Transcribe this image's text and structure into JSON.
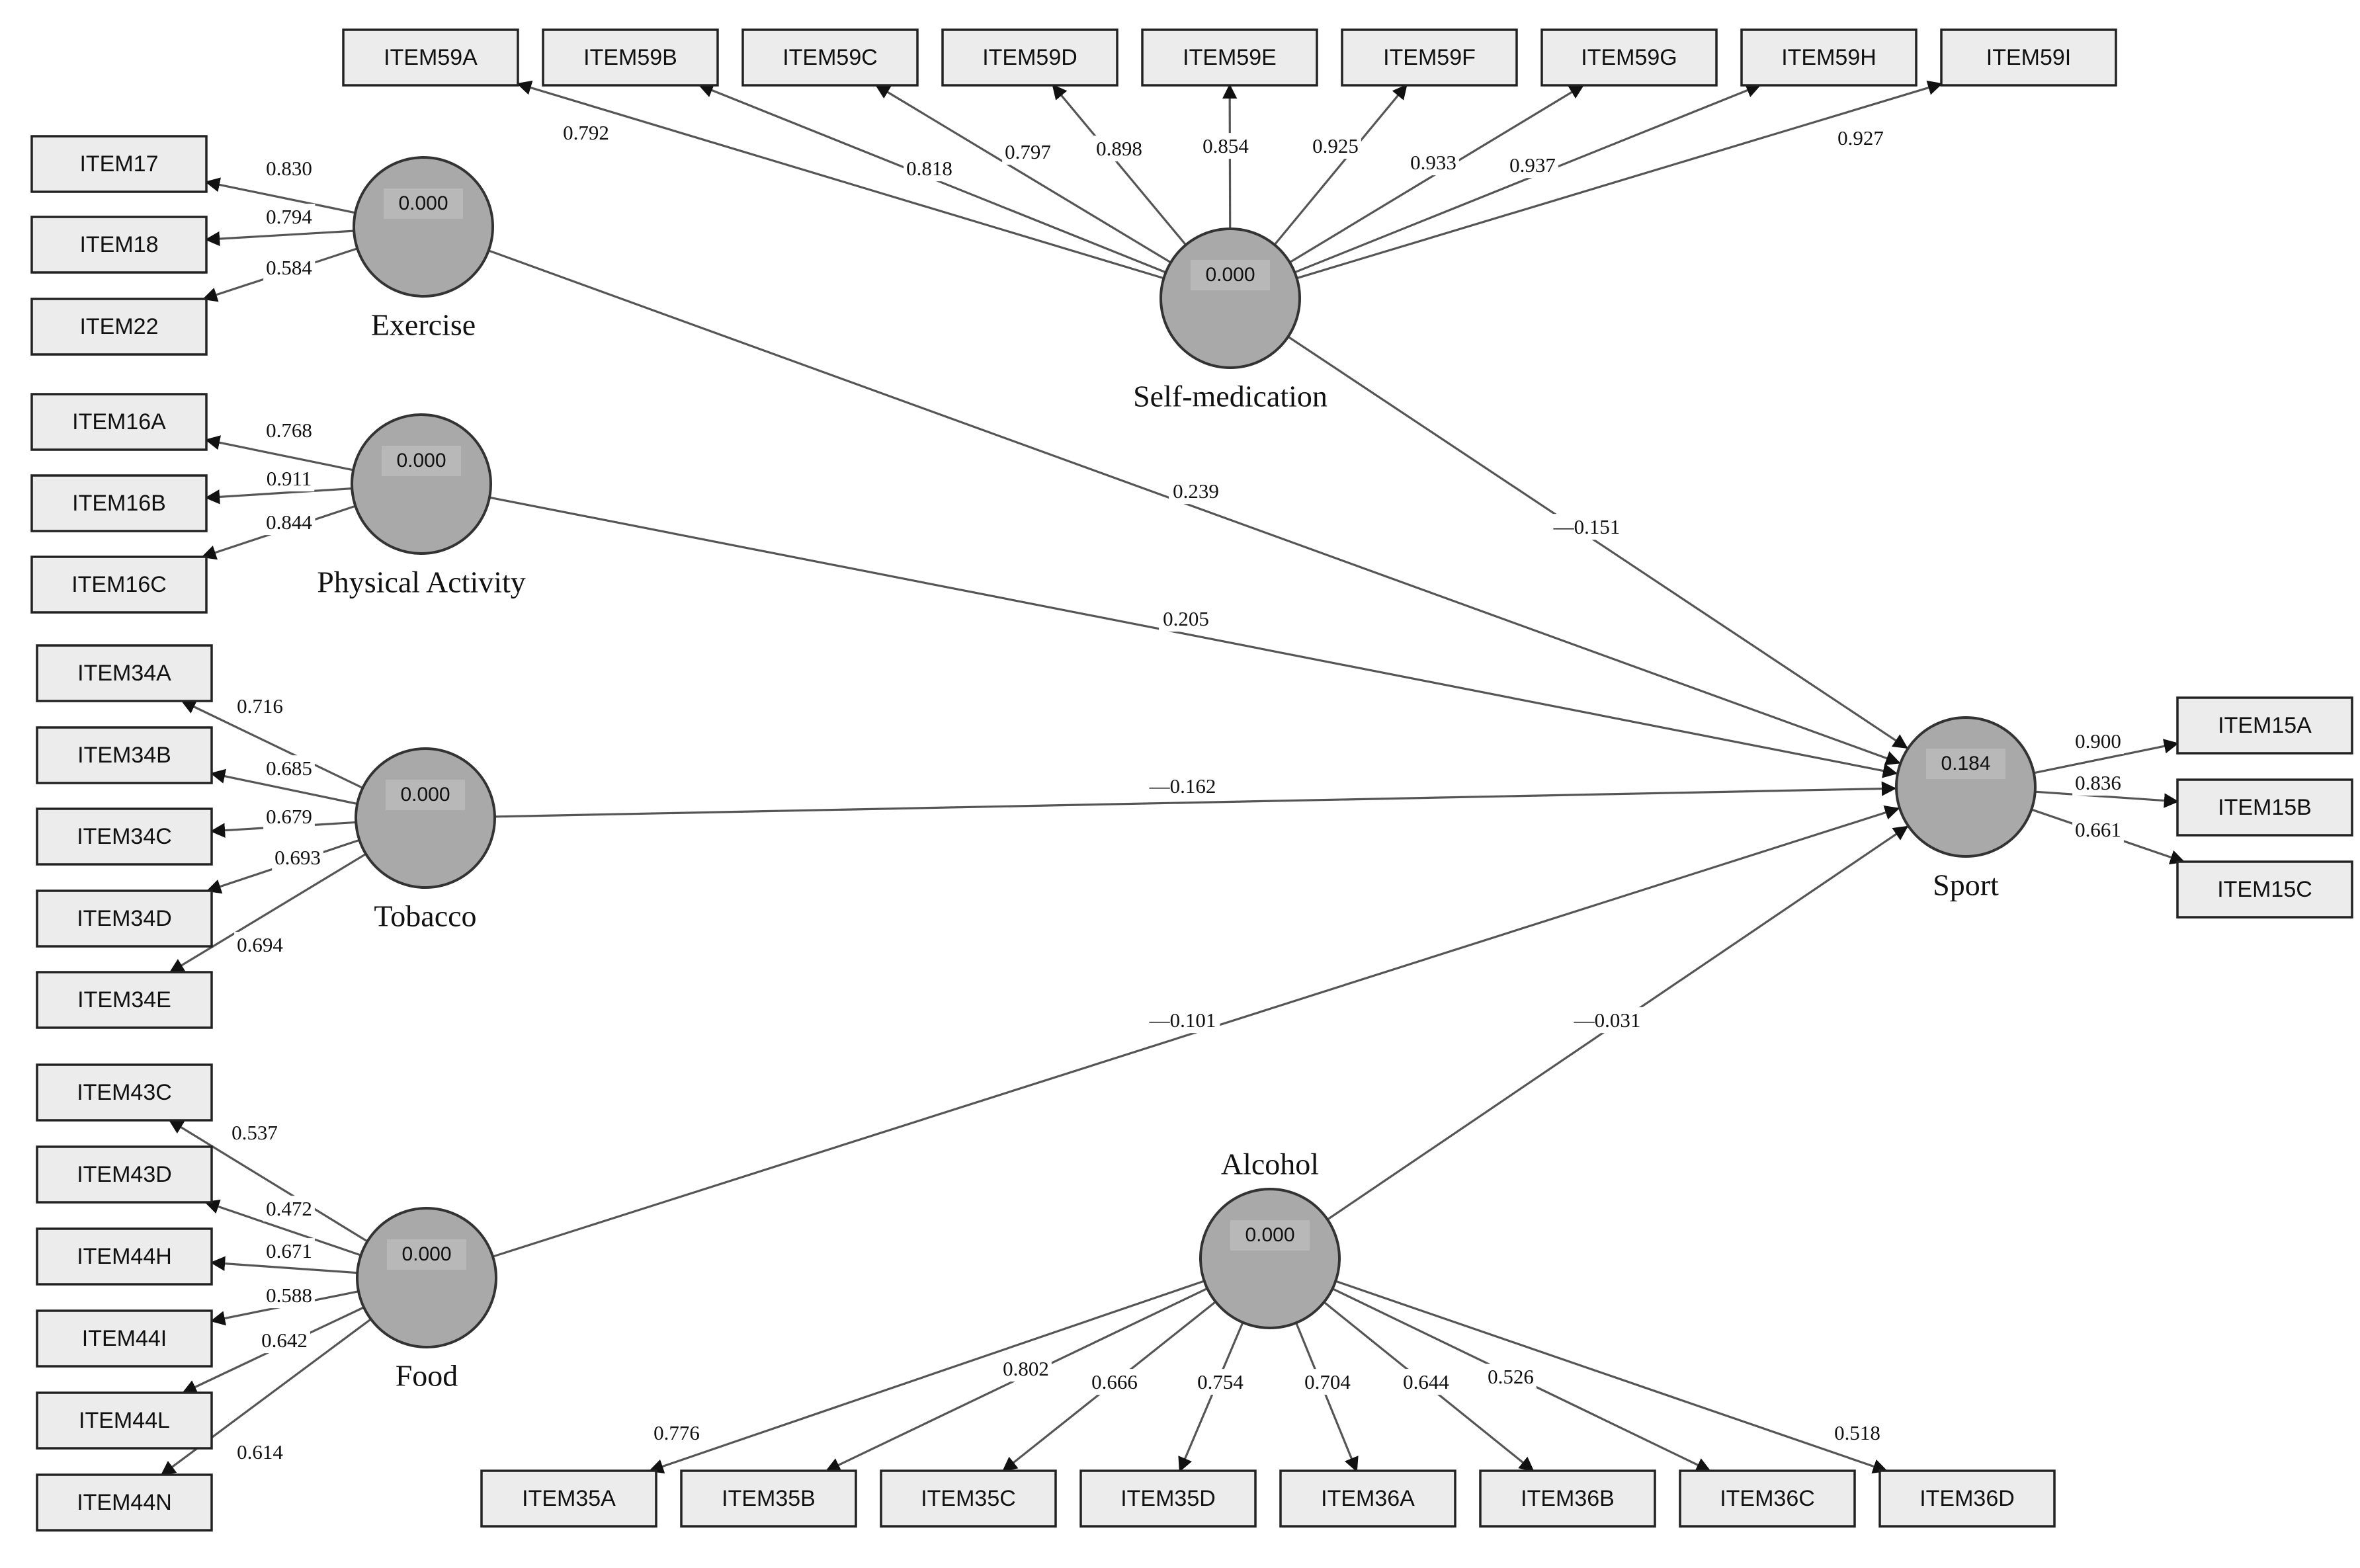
{
  "constructs": [
    {
      "id": "exercise",
      "name": "Exercise",
      "value": "0.000"
    },
    {
      "id": "physical",
      "name": "Physical Activity",
      "value": "0.000"
    },
    {
      "id": "tobacco",
      "name": "Tobacco",
      "value": "0.000"
    },
    {
      "id": "food",
      "name": "Food",
      "value": "0.000"
    },
    {
      "id": "selfmed",
      "name": "Self-medication",
      "value": "0.000"
    },
    {
      "id": "alcohol",
      "name": "Alcohol",
      "value": "0.000"
    },
    {
      "id": "sport",
      "name": "Sport",
      "value": "0.184"
    }
  ],
  "indicators": [
    {
      "id": "ITEM17",
      "label": "ITEM17",
      "construct": "exercise",
      "loading": "0.830"
    },
    {
      "id": "ITEM18",
      "label": "ITEM18",
      "construct": "exercise",
      "loading": "0.794"
    },
    {
      "id": "ITEM22",
      "label": "ITEM22",
      "construct": "exercise",
      "loading": "0.584"
    },
    {
      "id": "ITEM16A",
      "label": "ITEM16A",
      "construct": "physical",
      "loading": "0.768"
    },
    {
      "id": "ITEM16B",
      "label": "ITEM16B",
      "construct": "physical",
      "loading": "0.911"
    },
    {
      "id": "ITEM16C",
      "label": "ITEM16C",
      "construct": "physical",
      "loading": "0.844"
    },
    {
      "id": "ITEM34A",
      "label": "ITEM34A",
      "construct": "tobacco",
      "loading": "0.716"
    },
    {
      "id": "ITEM34B",
      "label": "ITEM34B",
      "construct": "tobacco",
      "loading": "0.685"
    },
    {
      "id": "ITEM34C",
      "label": "ITEM34C",
      "construct": "tobacco",
      "loading": "0.679"
    },
    {
      "id": "ITEM34D",
      "label": "ITEM34D",
      "construct": "tobacco",
      "loading": "0.693"
    },
    {
      "id": "ITEM34E",
      "label": "ITEM34E",
      "construct": "tobacco",
      "loading": "0.694"
    },
    {
      "id": "ITEM43C",
      "label": "ITEM43C",
      "construct": "food",
      "loading": "0.537"
    },
    {
      "id": "ITEM43D",
      "label": "ITEM43D",
      "construct": "food",
      "loading": "0.472"
    },
    {
      "id": "ITEM44H",
      "label": "ITEM44H",
      "construct": "food",
      "loading": "0.671"
    },
    {
      "id": "ITEM44I",
      "label": "ITEM44I",
      "construct": "food",
      "loading": "0.588"
    },
    {
      "id": "ITEM44L",
      "label": "ITEM44L",
      "construct": "food",
      "loading": "0.642"
    },
    {
      "id": "ITEM44N",
      "label": "ITEM44N",
      "construct": "food",
      "loading": "0.614"
    },
    {
      "id": "ITEM59A",
      "label": "ITEM59A",
      "construct": "selfmed",
      "loading": "0.792"
    },
    {
      "id": "ITEM59B",
      "label": "ITEM59B",
      "construct": "selfmed",
      "loading": "0.818"
    },
    {
      "id": "ITEM59C",
      "label": "ITEM59C",
      "construct": "selfmed",
      "loading": "0.797"
    },
    {
      "id": "ITEM59D",
      "label": "ITEM59D",
      "construct": "selfmed",
      "loading": "0.898"
    },
    {
      "id": "ITEM59E",
      "label": "ITEM59E",
      "construct": "selfmed",
      "loading": "0.854"
    },
    {
      "id": "ITEM59F",
      "label": "ITEM59F",
      "construct": "selfmed",
      "loading": "0.925"
    },
    {
      "id": "ITEM59G",
      "label": "ITEM59G",
      "construct": "selfmed",
      "loading": "0.933"
    },
    {
      "id": "ITEM59H",
      "label": "ITEM59H",
      "construct": "selfmed",
      "loading": "0.937"
    },
    {
      "id": "ITEM59I",
      "label": "ITEM59I",
      "construct": "selfmed",
      "loading": "0.927"
    },
    {
      "id": "ITEM35A",
      "label": "ITEM35A",
      "construct": "alcohol",
      "loading": "0.776"
    },
    {
      "id": "ITEM35B",
      "label": "ITEM35B",
      "construct": "alcohol",
      "loading": "0.802"
    },
    {
      "id": "ITEM35C",
      "label": "ITEM35C",
      "construct": "alcohol",
      "loading": "0.666"
    },
    {
      "id": "ITEM35D",
      "label": "ITEM35D",
      "construct": "alcohol",
      "loading": "0.754"
    },
    {
      "id": "ITEM36A",
      "label": "ITEM36A",
      "construct": "alcohol",
      "loading": "0.704"
    },
    {
      "id": "ITEM36B",
      "label": "ITEM36B",
      "construct": "alcohol",
      "loading": "0.644"
    },
    {
      "id": "ITEM36C",
      "label": "ITEM36C",
      "construct": "alcohol",
      "loading": "0.526"
    },
    {
      "id": "ITEM36D",
      "label": "ITEM36D",
      "construct": "alcohol",
      "loading": "0.518"
    },
    {
      "id": "ITEM15A",
      "label": "ITEM15A",
      "construct": "sport",
      "loading": "0.900"
    },
    {
      "id": "ITEM15B",
      "label": "ITEM15B",
      "construct": "sport",
      "loading": "0.836"
    },
    {
      "id": "ITEM15C",
      "label": "ITEM15C",
      "construct": "sport",
      "loading": "0.661"
    }
  ],
  "paths": [
    {
      "from": "exercise",
      "to": "sport",
      "coefficient": "0.239"
    },
    {
      "from": "physical",
      "to": "sport",
      "coefficient": "0.205"
    },
    {
      "from": "tobacco",
      "to": "sport",
      "coefficient": "—0.162"
    },
    {
      "from": "food",
      "to": "sport",
      "coefficient": "—0.101"
    },
    {
      "from": "selfmed",
      "to": "sport",
      "coefficient": "—0.151"
    },
    {
      "from": "alcohol",
      "to": "sport",
      "coefficient": "—0.031"
    }
  ],
  "colors": {
    "latent_fill": "#a9a9a9",
    "indicator_fill": "#ececec",
    "edge": "#555555",
    "outline": "#222222"
  }
}
